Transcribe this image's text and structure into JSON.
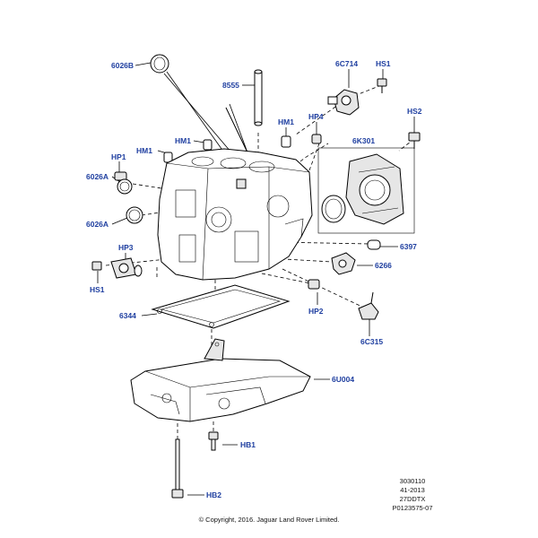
{
  "labels": {
    "l_6026B": "6026B",
    "l_8555": "8555",
    "l_6C714": "6C714",
    "l_HS1_top": "HS1",
    "l_HP4": "HP4",
    "l_HS2": "HS2",
    "l_HM1_right": "HM1",
    "l_HM1_mid1": "HM1",
    "l_HM1_mid2": "HM1",
    "l_HP1": "HP1",
    "l_6K301": "6K301",
    "l_6026A_top": "6026A",
    "l_6026A_bot": "6026A",
    "l_HP3": "HP3",
    "l_6397": "6397",
    "l_6266": "6266",
    "l_HS1_left": "HS1",
    "l_HP2": "HP2",
    "l_6344": "6344",
    "l_6C315": "6C315",
    "l_6U004": "6U004",
    "l_HB1": "HB1",
    "l_HB2": "HB2"
  },
  "meta": {
    "line1": "3030110",
    "line2": "41-2013",
    "line3": "27DDTX",
    "line4": "P0123575-07"
  },
  "copyright": "© Copyright, 2016. Jaguar Land Rover Limited.",
  "colors": {
    "callout": "#1f3fa0",
    "line": "#000000",
    "background": "#ffffff"
  }
}
